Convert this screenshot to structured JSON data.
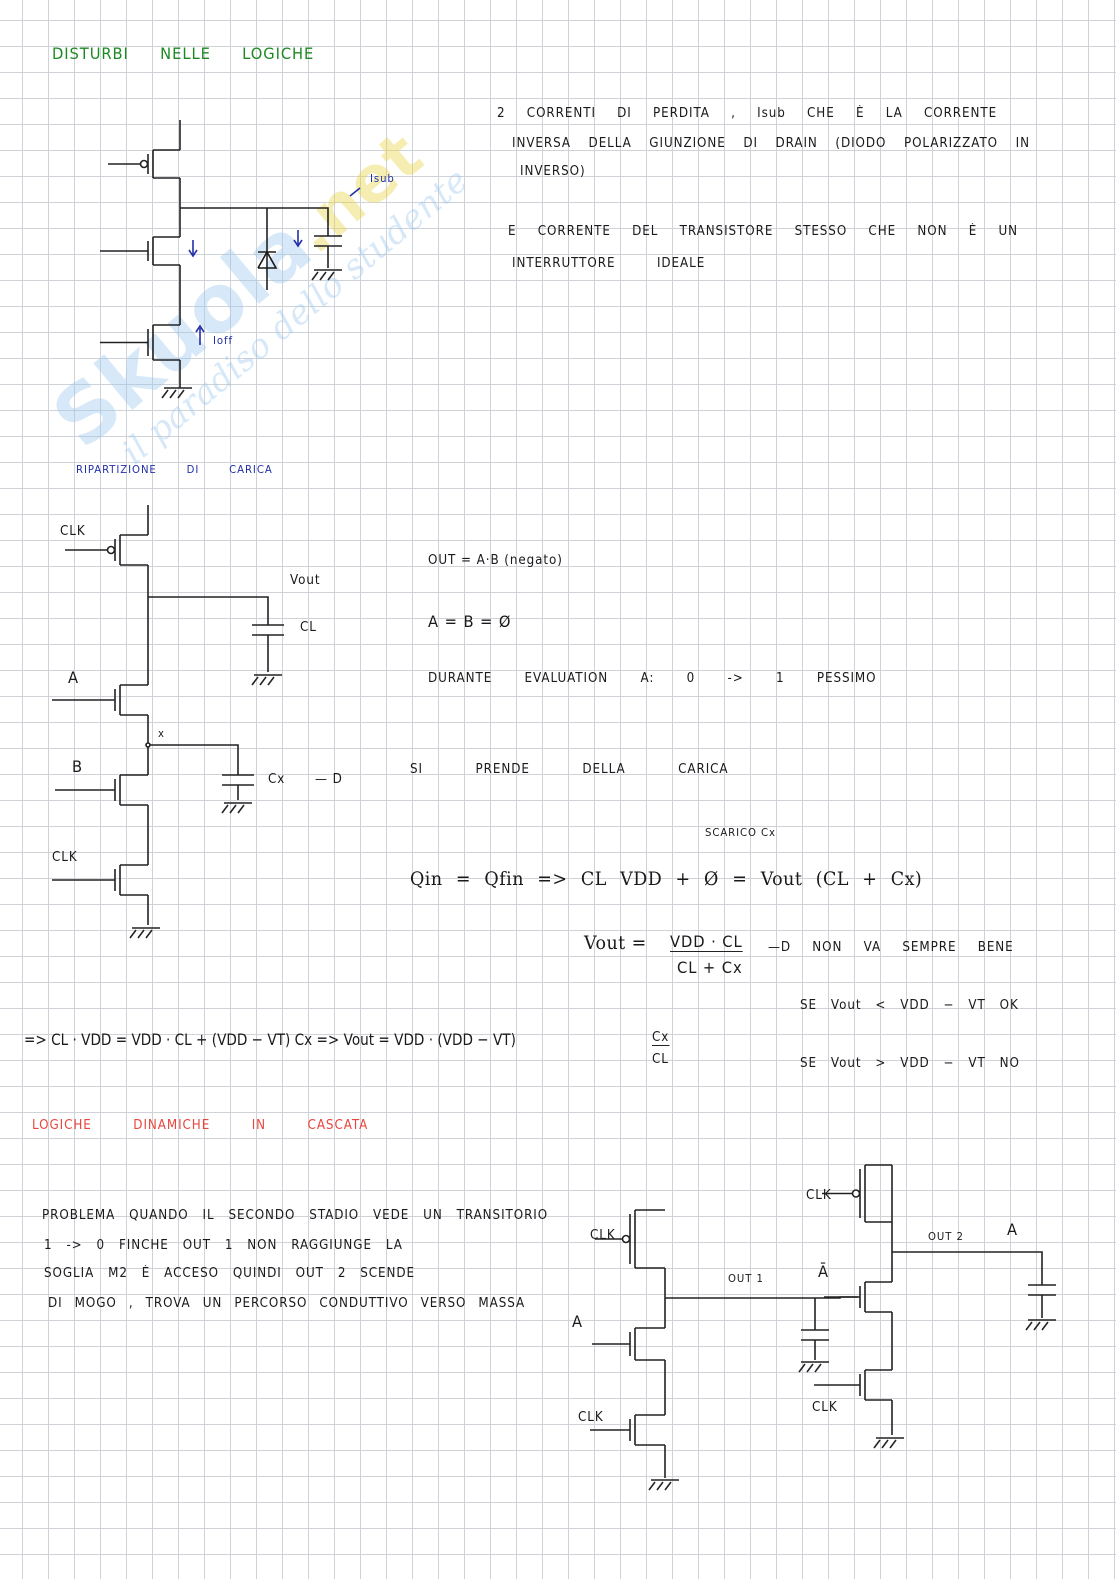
{
  "watermark": {
    "logo": "Skuola",
    "logo_suffix": ".net",
    "tagline": "il paradiso dello studente"
  },
  "section1": {
    "title": "DISTURBI NELLE LOGICHE",
    "labels": {
      "isub": "Isub",
      "ioff": "Ioff"
    },
    "text_lines": [
      "2 CORRENTI DI PERDITA , Isub CHE È LA CORRENTE",
      "INVERSA DELLA GIUNZIONE DI DRAIN (DIODO POLARIZZATO IN",
      "INVERSO)",
      "E CORRENTE DEL TRANSISTORE STESSO CHE NON È UN",
      "INTERRUTTORE IDEALE"
    ]
  },
  "section2": {
    "title": "RIPARTIZIONE DI CARICA",
    "labels": {
      "clk1": "CLK",
      "vout": "Vout",
      "cl": "CL",
      "a": "A",
      "x": "x",
      "b": "B",
      "cx": "Cx",
      "cx_arrow": "— D",
      "clk2": "CLK"
    },
    "lines": [
      "OUT = A·B (negato)",
      "A = B = Ø",
      "DURANTE EVALUATION  A: 0 -> 1   PESSIMO",
      "SI PRENDE DELLA CARICA"
    ],
    "note_scarico": "SCARICO Cx",
    "eq1": "Qin = Qfin  =>  CL VDD + Ø = Vout (CL + Cx)",
    "eq2_lhs": "Vout =",
    "eq2_num": "VDD · CL",
    "eq2_den": "CL + Cx",
    "eq2_note": "—D NON VA SEMPRE BENE",
    "cond1": "SE  Vout < VDD − VT   OK",
    "cond2": "SE  Vout > VDD − VT   NO",
    "eq3": "=> CL · VDD  = VDD · CL + (VDD − VT) Cx   =>  Vout = VDD · (VDD − VT)",
    "eq3_num": "Cx",
    "eq3_den": "CL"
  },
  "section3": {
    "title": "LOGICHE DINAMICHE IN CASCATA",
    "text_lines": [
      "PROBLEMA QUANDO IL SECONDO STADIO VEDE UN TRANSITORIO",
      "1 -> 0    FINCHE    OUT 1   NON  RAGGIUNGE  LA",
      "SOGLIA  M2 È  ACCESO   QUINDI   OUT 2   SCENDE",
      "DI MOGO , TROVA UN PERCORSO CONDUTTIVO VERSO MASSA"
    ],
    "labels": {
      "clk_a": "CLK",
      "a": "A",
      "clk_b": "CLK",
      "out1": "OUT 1",
      "abar": "Ā",
      "clk_c": "CLK",
      "out2": "OUT 2",
      "a2": "A",
      "clk_d": "CLK"
    }
  }
}
